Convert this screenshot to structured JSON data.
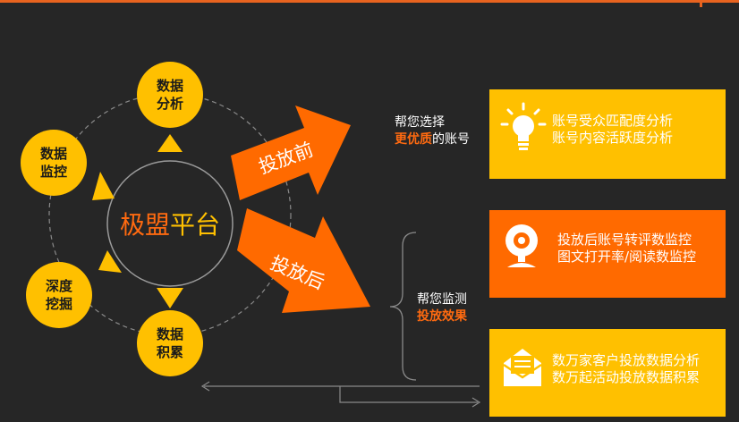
{
  "center": {
    "label_part1": "极盟",
    "label_part2": "平台"
  },
  "nodes": [
    {
      "line1": "数据",
      "line2": "分析"
    },
    {
      "line1": "数据",
      "line2": "监控"
    },
    {
      "line1": "深度",
      "line2": "挖掘"
    },
    {
      "line1": "数据",
      "line2": "积累"
    }
  ],
  "arrows": {
    "before": "投放前",
    "after": "投放后"
  },
  "before_desc": {
    "line1": "帮您选择",
    "highlight": "更优质",
    "rest": "的账号"
  },
  "after_desc": {
    "line1": "帮您监测",
    "highlight": "投放效果"
  },
  "boxes": [
    {
      "line1": "账号受众匹配度分析",
      "line2": "账号内容活跃度分析",
      "color": "#ffc000",
      "icon": "lightbulb-icon"
    },
    {
      "line1": "投放后账号转评数监控",
      "line2": "图文打开率/阅读数监控",
      "color": "#ff6a00",
      "icon": "webcam-icon"
    },
    {
      "line1": "数万家客户投放数据分析",
      "line2": "数万起活动投放数据积累",
      "color": "#ffc000",
      "icon": "envelope-icon"
    }
  ],
  "colors": {
    "accent_orange": "#ff6a00",
    "accent_yellow": "#ffc000",
    "background": "#262626"
  }
}
